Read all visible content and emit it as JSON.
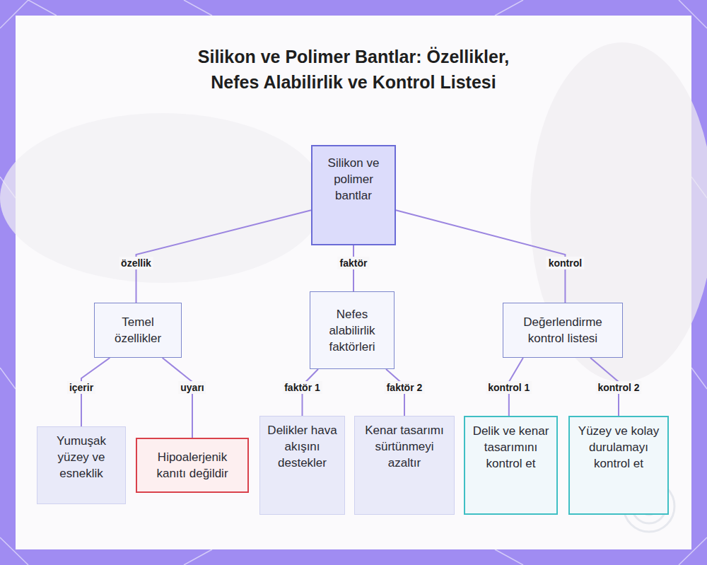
{
  "diagram": {
    "title": "Silikon ve Polimer Bantlar: Özellikler, Nefes Alabilirlik ve Kontrol Listesi",
    "nodes": [
      {
        "text": [
          "Silikon ve polimer bantlar"
        ]
      },
      {
        "text": [
          "Temel özellikler"
        ]
      },
      {
        "text": [
          "Nefes alabilirlik faktörleri"
        ]
      },
      {
        "text": [
          "Değerlendirme kontrol listesi"
        ]
      },
      {
        "text": [
          "Yumuşak yüzey ve esneklik"
        ]
      },
      {
        "text": [
          "Hipoalerjenik kanıtı değildir"
        ]
      },
      {
        "text": [
          "Delikler hava akışını destekler"
        ]
      },
      {
        "text": [
          "Kenar tasarımı sürtünmeyi azaltır"
        ]
      },
      {
        "text": [
          "Delik ve kenar tasarımını kontrol et"
        ]
      },
      {
        "text": [
          "Yüzey ve kolay durulamayı kontrol et"
        ]
      }
    ],
    "edges": [
      {
        "from": 0,
        "to": 1,
        "arrow": "none",
        "label": "özellik"
      },
      {
        "from": 0,
        "to": 2,
        "arrow": "none",
        "label": "faktör"
      },
      {
        "from": 0,
        "to": 3,
        "arrow": "none",
        "label": "kontrol"
      },
      {
        "from": 1,
        "to": 4,
        "arrow": "none",
        "label": "içerir"
      },
      {
        "from": 1,
        "to": 5,
        "arrow": "none",
        "label": "uyarı"
      },
      {
        "from": 2,
        "to": 6,
        "arrow": "none",
        "label": "faktör 1"
      },
      {
        "from": 2,
        "to": 7,
        "arrow": "none",
        "label": "faktör 2"
      },
      {
        "from": 3,
        "to": 8,
        "arrow": "none",
        "label": "kontrol 1"
      },
      {
        "from": 3,
        "to": 9,
        "arrow": "none",
        "label": "kontrol 2"
      }
    ]
  }
}
